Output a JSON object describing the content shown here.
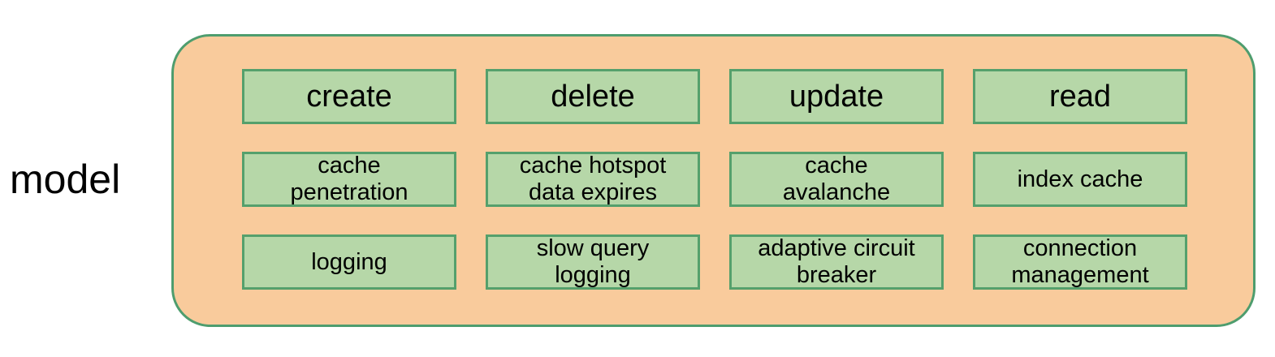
{
  "diagram": {
    "side_label": "model",
    "grid": {
      "headers": [
        "create",
        "delete",
        "update",
        "read"
      ],
      "rows": [
        [
          "cache\npenetration",
          "cache hotspot\ndata expires",
          "cache\navalanche",
          "index cache"
        ],
        [
          "logging",
          "slow query\nlogging",
          "adaptive circuit\nbreaker",
          "connection\nmanagement"
        ]
      ]
    }
  },
  "colors": {
    "container_fill": "#f9cb9c",
    "container_border": "#4e9d6e",
    "box_fill": "#b6d7a8",
    "box_border": "#55a06c",
    "text_color": "#000000",
    "page_bg": "#ffffff"
  }
}
